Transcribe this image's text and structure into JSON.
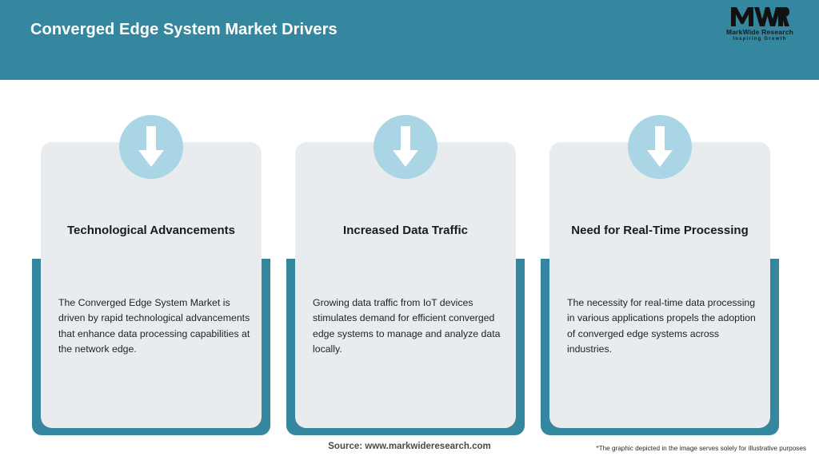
{
  "header": {
    "title": "Converged Edge System Market Drivers",
    "background_color": "#35879f",
    "title_color": "#ffffff"
  },
  "logo": {
    "mark_text": "MWR",
    "name": "MarkWide Research",
    "tagline": "Inspiring Growth",
    "icon": "mwr-logo-icon"
  },
  "cards": [
    {
      "icon": "down-arrow-icon",
      "title": "Technological Advancements",
      "body": "The Converged Edge System Market is driven by rapid technological advancements that enhance data processing capabilities at the network edge."
    },
    {
      "icon": "down-arrow-icon",
      "title": "Increased Data Traffic",
      "body": "Growing data traffic from IoT devices stimulates demand for efficient converged edge systems to manage and analyze data locally."
    },
    {
      "icon": "down-arrow-icon",
      "title": "Need for Real-Time Processing",
      "body": "The necessity for real-time data processing in various applications propels the adoption of converged edge systems across industries."
    }
  ],
  "footer": {
    "source": "Source: www.markwideresearch.com",
    "disclaimer": "*The graphic depicted in the image serves solely for illustrative purposes"
  },
  "colors": {
    "teal": "#35879f",
    "card_grey": "#e8ecee",
    "circle_blue": "#a9d5e5",
    "page_background": "#ffffff"
  }
}
